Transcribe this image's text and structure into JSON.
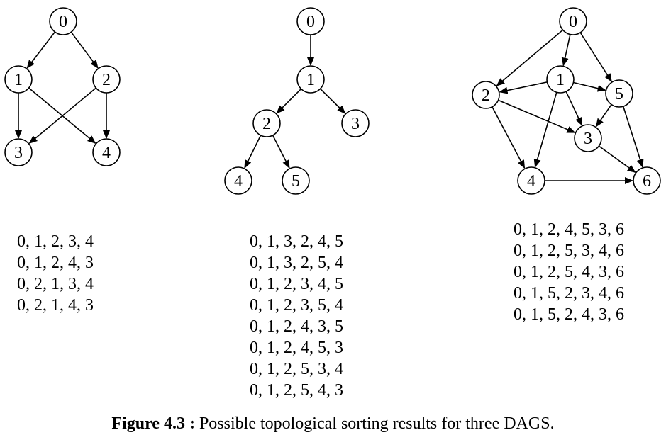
{
  "dags": [
    {
      "nodes": [
        "0",
        "1",
        "2",
        "3",
        "4"
      ],
      "edges": [
        [
          "0",
          "1"
        ],
        [
          "0",
          "2"
        ],
        [
          "1",
          "3"
        ],
        [
          "1",
          "4"
        ],
        [
          "2",
          "3"
        ],
        [
          "2",
          "4"
        ]
      ],
      "orderings": [
        "0, 1, 2, 3, 4",
        "0, 1, 2, 4, 3",
        "0, 2, 1, 3, 4",
        "0, 2, 1, 4, 3"
      ]
    },
    {
      "nodes": [
        "0",
        "1",
        "2",
        "3",
        "4",
        "5"
      ],
      "edges": [
        [
          "0",
          "1"
        ],
        [
          "1",
          "2"
        ],
        [
          "1",
          "3"
        ],
        [
          "2",
          "4"
        ],
        [
          "2",
          "5"
        ]
      ],
      "orderings": [
        "0, 1, 3, 2, 4, 5",
        "0, 1, 3, 2, 5, 4",
        "0, 1, 2, 3, 4, 5",
        "0, 1, 2, 3, 5, 4",
        "0, 1, 2, 4, 3, 5",
        "0, 1, 2, 4, 5, 3",
        "0, 1, 2, 5, 3, 4",
        "0, 1, 2, 5, 4, 3"
      ]
    },
    {
      "nodes": [
        "0",
        "1",
        "2",
        "3",
        "4",
        "5",
        "6"
      ],
      "edges": [
        [
          "0",
          "1"
        ],
        [
          "0",
          "2"
        ],
        [
          "0",
          "5"
        ],
        [
          "1",
          "2"
        ],
        [
          "1",
          "3"
        ],
        [
          "1",
          "4"
        ],
        [
          "1",
          "5"
        ],
        [
          "2",
          "3"
        ],
        [
          "2",
          "4"
        ],
        [
          "3",
          "6"
        ],
        [
          "4",
          "6"
        ],
        [
          "5",
          "3"
        ],
        [
          "5",
          "6"
        ]
      ],
      "orderings": [
        "0, 1, 2, 4, 5, 3, 6",
        "0, 1, 2, 5, 3, 4, 6",
        "0, 1, 2, 5, 4, 3, 6",
        "0, 1, 5, 2, 3, 4, 6",
        "0, 1, 5, 2, 4, 3, 6"
      ]
    }
  ],
  "caption": {
    "label": "Figure 4.3 :",
    "text": " Possible topological sorting results for three DAGS."
  }
}
